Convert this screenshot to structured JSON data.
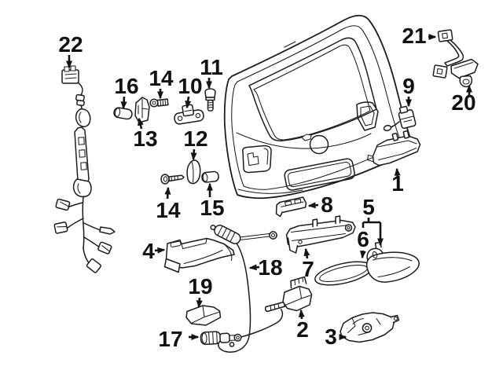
{
  "diagram": {
    "background_color": "#ffffff",
    "line_color": "#1c1c1c",
    "callout_color": "#111111",
    "callouts": {
      "c1": {
        "label": "1"
      },
      "c2": {
        "label": "2"
      },
      "c3": {
        "label": "3"
      },
      "c4": {
        "label": "4"
      },
      "c5": {
        "label": "5"
      },
      "c6": {
        "label": "6"
      },
      "c7": {
        "label": "7"
      },
      "c8": {
        "label": "8"
      },
      "c9": {
        "label": "9"
      },
      "c10": {
        "label": "10"
      },
      "c11": {
        "label": "11"
      },
      "c12": {
        "label": "12"
      },
      "c13": {
        "label": "13"
      },
      "c14_upper": {
        "label": "14"
      },
      "c14_lower": {
        "label": "14"
      },
      "c15": {
        "label": "15"
      },
      "c16": {
        "label": "16"
      },
      "c17": {
        "label": "17"
      },
      "c18": {
        "label": "18"
      },
      "c19": {
        "label": "19"
      },
      "c20": {
        "label": "20"
      },
      "c21": {
        "label": "21"
      },
      "c22": {
        "label": "22"
      }
    }
  }
}
